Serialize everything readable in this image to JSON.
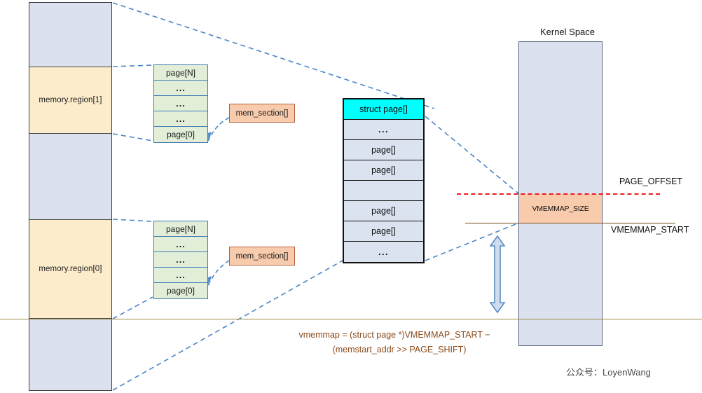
{
  "diagram": {
    "title": "Linux vmemmap / sparse memory model mapping diagram",
    "colors": {
      "physical_memory_fill": "#dce1f0",
      "memory_region_fill": "#fdeccb",
      "page_array_fill": "#e2eed8",
      "page_array_border": "#3f7cb4",
      "mem_section_fill": "#f8cbad",
      "struct_page_header_fill": "#00ffff",
      "struct_page_cell_fill": "#dce3f0",
      "kernel_space_fill": "#dce1f0",
      "vmemmap_size_fill": "#f8cbad",
      "page_offset_line": "#ee1c1c",
      "vmemmap_start_line": "#7b4a18",
      "olive_line": "#9a8a43",
      "connector_line": "#4a86c8",
      "formula_text": "#8a4b1c"
    }
  },
  "physical_memory": {
    "regions": [
      {
        "label": "memory.region[1]"
      },
      {
        "label": "memory.region[0]"
      }
    ]
  },
  "page_arrays": [
    {
      "name": "page-array-region1",
      "cells": [
        "page[N]",
        "...",
        "...",
        "...",
        "page[0]"
      ]
    },
    {
      "name": "page-array-region0",
      "cells": [
        "page[N]",
        "...",
        "...",
        "...",
        "page[0]"
      ]
    }
  ],
  "mem_sections": [
    {
      "label": "mem_section[]"
    },
    {
      "label": "mem_section[]"
    }
  ],
  "struct_page_array": {
    "header": "struct page[]",
    "rows": [
      "...",
      "page[]",
      "page[]",
      "",
      "page[]",
      "page[]",
      "..."
    ]
  },
  "kernel_space": {
    "title": "Kernel Space",
    "vmemmap_size_label": "VMEMMAP_SIZE",
    "page_offset_label": "PAGE_OFFSET",
    "vmemmap_start_label": "VMEMMAP_START"
  },
  "formula": {
    "line1": "vmemmap = (struct page *)VMEMMAP_START −",
    "line2": "(memstart_addr >> PAGE_SHIFT)"
  },
  "watermark": {
    "text": "公众号：LoyenWang"
  }
}
